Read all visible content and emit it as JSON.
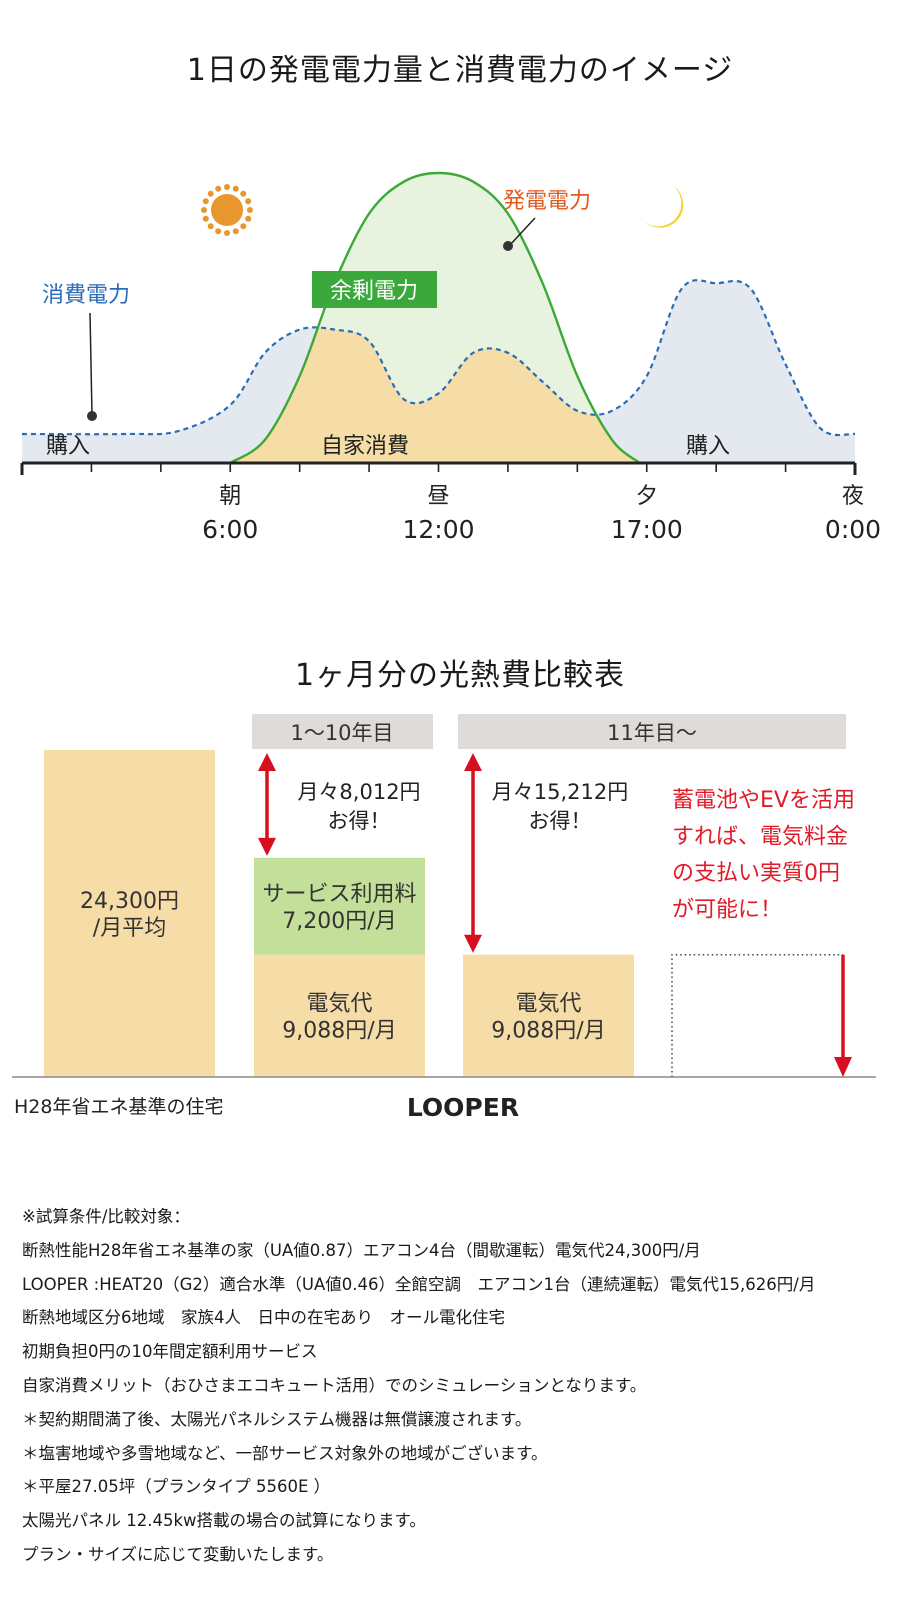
{
  "titles": {
    "daily": "1日の発電電力量と消費電力のイメージ",
    "monthly": "1ヶ月分の光熱費比較表"
  },
  "chart_data": [
    {
      "type": "area",
      "series": [
        {
          "name": "発電電力",
          "color": "#3ba935",
          "x": [
            6,
            7,
            8,
            9,
            10,
            11,
            12,
            13,
            14,
            15,
            16,
            17,
            17.8
          ],
          "y": [
            0,
            8,
            30,
            62,
            86,
            97,
            100,
            97,
            86,
            62,
            30,
            8,
            0
          ]
        },
        {
          "name": "消費電力",
          "color": "#2b6cb8",
          "x": [
            0,
            3,
            4.5,
            6,
            7,
            8,
            9,
            10,
            11,
            12,
            13,
            14,
            15,
            16,
            17,
            18,
            19,
            20,
            21,
            22,
            23,
            24
          ],
          "y": [
            10,
            10,
            11,
            20,
            38,
            46,
            46,
            42,
            22,
            24,
            38,
            38,
            28,
            18,
            18,
            30,
            60,
            62,
            60,
            34,
            12,
            10
          ]
        }
      ],
      "area_labels": {
        "surplus": "余剰電力",
        "self_consumption": "自家消費",
        "buy_left": "購入",
        "buy_right": "購入"
      },
      "x_ticks": [
        {
          "x": 6,
          "label": "朝",
          "time": "6:00"
        },
        {
          "x": 12,
          "label": "昼",
          "time": "12:00"
        },
        {
          "x": 18,
          "label": "夕",
          "time": "17:00"
        },
        {
          "x": 24,
          "label": "夜",
          "time": "0:00"
        }
      ],
      "xlim": [
        0,
        24
      ],
      "colors": {
        "surplus_fill": "#e7f3de",
        "self_fill": "#f6dca7",
        "buy_fill": "#e4e9ef",
        "sun": "#e8962e",
        "moon": "#f2d229",
        "surplus_badge": "#3aa83a"
      }
    },
    {
      "type": "bar",
      "bars": [
        {
          "id": "h28",
          "segments": [
            {
              "label": "24,300円\n/月平均",
              "value": 24300,
              "color": "#f6dca7"
            }
          ]
        },
        {
          "id": "looper_1_10",
          "segments": [
            {
              "label": "電気代\n9,088円/月",
              "value": 9088,
              "color": "#f6dca7"
            },
            {
              "label": "サービス利用料\n7,200円/月",
              "value": 7200,
              "color": "#c3df9a"
            }
          ]
        },
        {
          "id": "looper_11",
          "segments": [
            {
              "label": "電気代\n9,088円/月",
              "value": 9088,
              "color": "#f6dca7"
            }
          ]
        },
        {
          "id": "looper_11_battery",
          "segments": [
            {
              "label": "",
              "value": 9088,
              "color": "dotted"
            }
          ],
          "reduced_to": 0
        }
      ],
      "ylim": [
        0,
        24300
      ],
      "period_headers": [
        "1〜10年目",
        "11年目〜"
      ],
      "savings": [
        {
          "line1": "月々8,012円",
          "line2": "お得！"
        },
        {
          "line1": "月々15,212円",
          "line2": "お得！"
        }
      ],
      "battery_note": [
        "蓄電池やEVを活用",
        "すれば、電気料金",
        "の支払い実質0円",
        "が可能に！"
      ],
      "x_labels": {
        "left": "H28年省エネ基準の住宅",
        "center": "LOOPER"
      },
      "colors": {
        "arrow": "#d7101f",
        "header": "#dedbd8",
        "note": "#e01b28"
      }
    }
  ],
  "notes": [
    "※試算条件/比較対象：",
    "断熱性能H28年省エネ基準の家（UA値0.87）エアコン4台（間歇運転）電気代24,300円/月",
    "LOOPER :HEAT20（G2）適合水準（UA値0.46）全館空調　エアコン1台（連続運転）電気代15,626円/月",
    "断熱地域区分6地域　家族4人　日中の在宅あり　オール電化住宅",
    "初期負担0円の10年間定額利用サービス",
    "自家消費メリット（おひさまエコキュート活用）でのシミュレーションとなります。",
    "＊契約期間満了後、太陽光パネルシステム機器は無償譲渡されます。",
    "＊塩害地域や多雪地域など、一部サービス対象外の地域がございます。",
    "＊平屋27.05坪（プランタイプ 5560E ）",
    "太陽光パネル 12.45kw搭載の場合の試算になります。",
    "プラン・サイズに応じて変動いたします。"
  ]
}
